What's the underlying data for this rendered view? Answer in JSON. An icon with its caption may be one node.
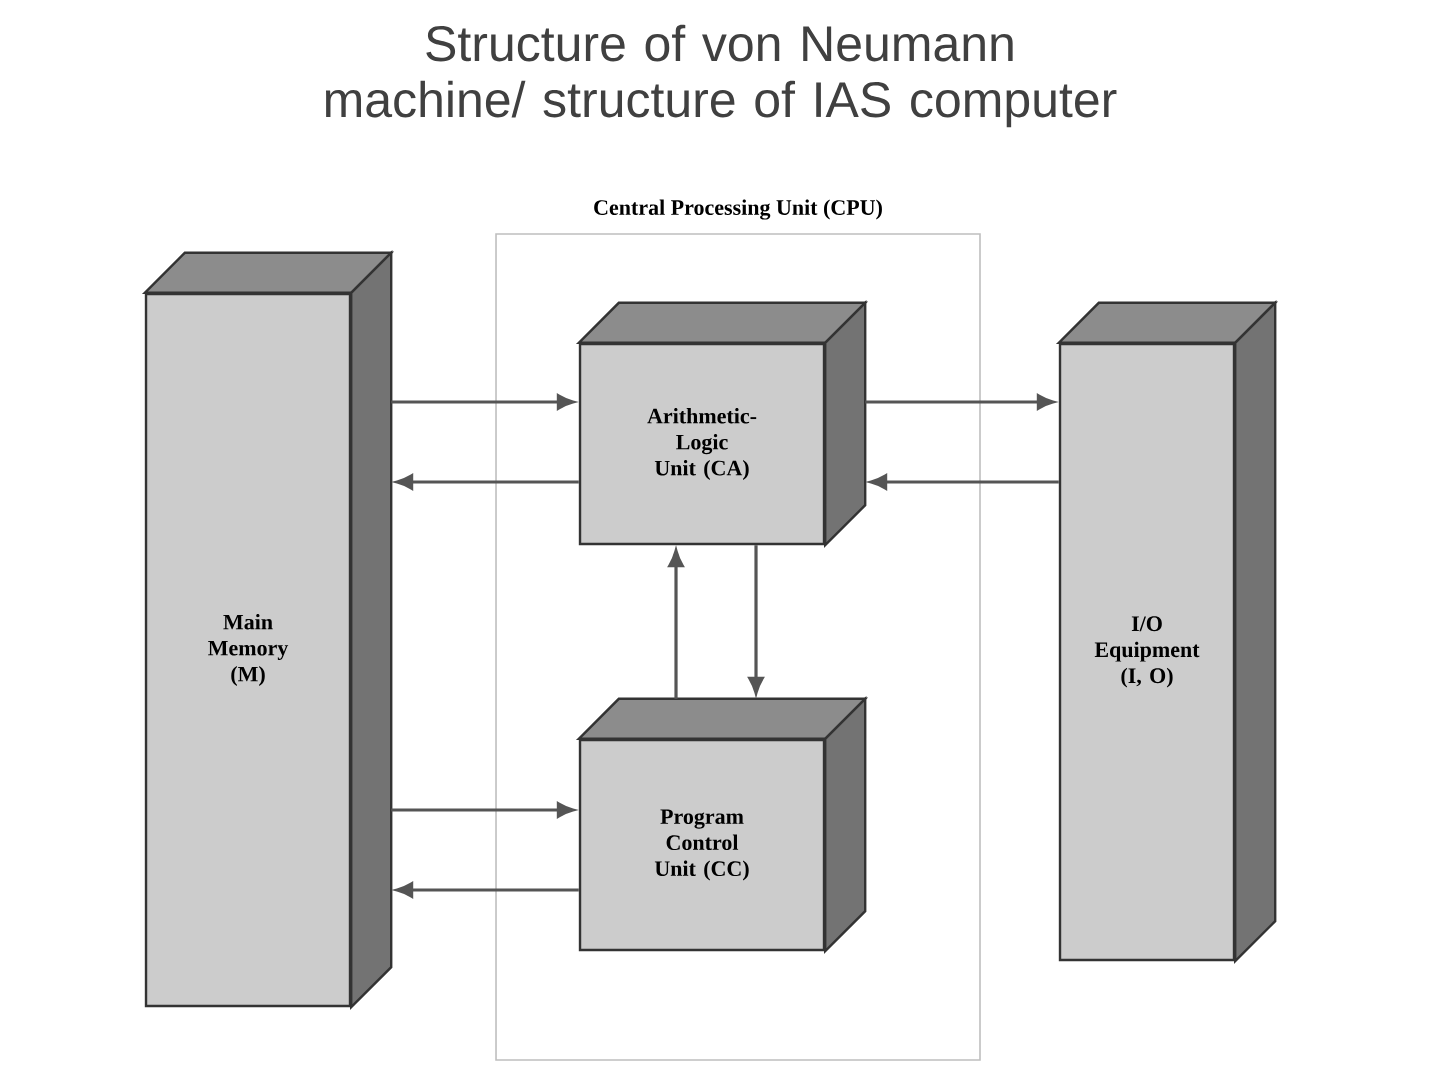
{
  "diagram": {
    "title": "Structure of von Neumann machine/ structure of IAS computer",
    "nodes": [
      {
        "text": [
          "Central Processing Unit (CPU)"
        ]
      },
      {
        "text": [
          "Main Memory (M)"
        ]
      },
      {
        "text": [
          "Arithmetic-Logic Unit (CA)"
        ],
        "in": 0
      },
      {
        "text": [
          "Program Control Unit (CC)"
        ],
        "in": 0
      },
      {
        "text": [
          "I/O Equipment (I, O)"
        ]
      }
    ],
    "edges": [
      {
        "from": 1,
        "to": 2,
        "arrow": "to"
      },
      {
        "from": 2,
        "to": 1,
        "arrow": "to"
      },
      {
        "from": 2,
        "to": 4,
        "arrow": "to"
      },
      {
        "from": 4,
        "to": 2,
        "arrow": "to"
      },
      {
        "from": 3,
        "to": 2,
        "arrow": "to"
      },
      {
        "from": 2,
        "to": 3,
        "arrow": "to"
      },
      {
        "from": 1,
        "to": 3,
        "arrow": "to"
      },
      {
        "from": 3,
        "to": 1,
        "arrow": "to"
      }
    ]
  }
}
